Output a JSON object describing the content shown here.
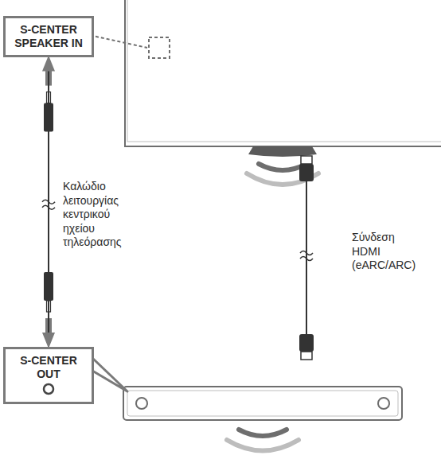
{
  "diagram": {
    "nodes": [
      {
        "text": [
          "S-CENTER SPEAKER IN"
        ]
      },
      {
        "text": [
          "S-CENTER OUT"
        ]
      }
    ],
    "edges": [
      {
        "from": 0,
        "to": 1,
        "arrow": "both",
        "label": "Καλώδιο λειτουργίας κεντρικού ηχείου τηλεόρασης"
      }
    ],
    "labels": [
      "Σύνδεση HDMI (eARC/ARC)"
    ]
  }
}
